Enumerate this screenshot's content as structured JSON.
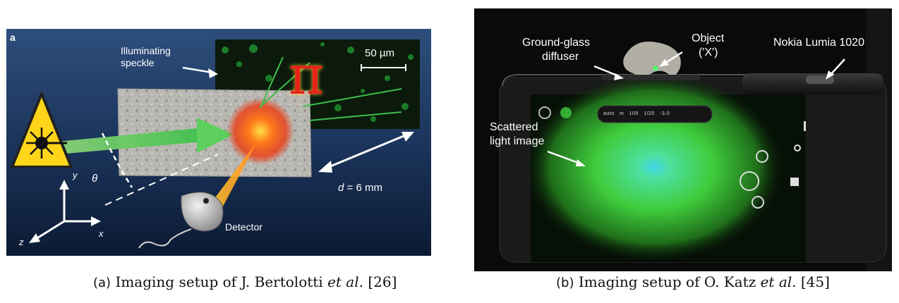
{
  "panel_a": {
    "corner_letter": "a",
    "illuminating_speckle": [
      "Illuminating",
      "speckle"
    ],
    "scale_bar": "50 µm",
    "pi_symbol": "π",
    "theta": "θ",
    "distance": {
      "variable": "d",
      "rest": " = 6 mm"
    },
    "detector": "Detector",
    "axes": {
      "x": "x",
      "y": "y",
      "z": "z"
    }
  },
  "panel_b": {
    "ground_glass": [
      "Ground-glass",
      "diffuser"
    ],
    "object": [
      "Object",
      "('X')"
    ],
    "phone": "Nokia Lumia 1020",
    "scattered": [
      "Scattered",
      "light image"
    ],
    "camera_bar": [
      "auto",
      "m",
      "100",
      "1/20",
      "-3.0"
    ]
  },
  "captions": {
    "a": {
      "tag": "(a)",
      "before": "Imaging setup of J. Bertolotti ",
      "etal": "et al.",
      "ref": " [26]"
    },
    "b": {
      "tag": "(b)",
      "before": "Imaging setup of O. Katz ",
      "etal": "et al.",
      "ref": " [45]"
    }
  }
}
